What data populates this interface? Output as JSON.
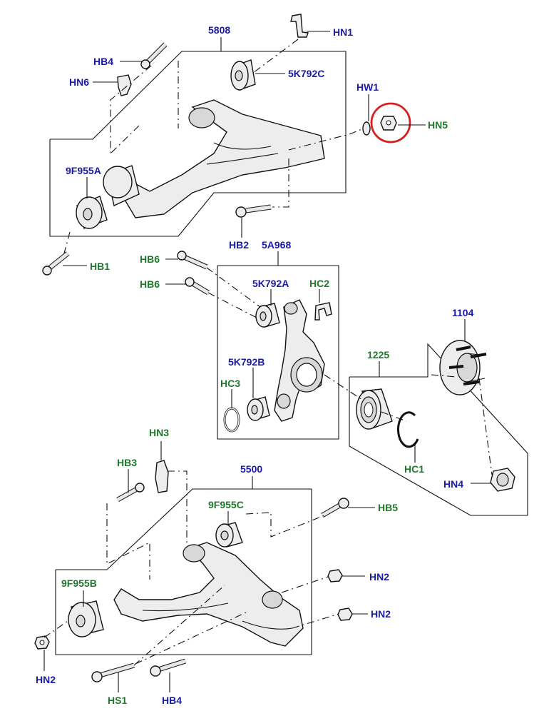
{
  "labels": {
    "p5808": "5808",
    "hn1": "HN1",
    "hb4_top": "HB4",
    "p5k792c": "5K792C",
    "hn6": "HN6",
    "hw1": "HW1",
    "hn5": "HN5",
    "p9f955a": "9F955A",
    "hb2": "HB2",
    "hb1": "HB1",
    "p5a968": "5A968",
    "hb6_a": "HB6",
    "hb6_b": "HB6",
    "p5k792a": "5K792A",
    "hc2": "HC2",
    "p1104": "1104",
    "p5k792b": "5K792B",
    "p1225": "1225",
    "hc3": "HC3",
    "hc1": "HC1",
    "hn4": "HN4",
    "hn3": "HN3",
    "p5500": "5500",
    "hb3": "HB3",
    "p9f955c": "9F955C",
    "hb5": "HB5",
    "hn2_a": "HN2",
    "p9f955b": "9F955B",
    "hn2_b": "HN2",
    "hn2_c": "HN2",
    "hs1": "HS1",
    "hb4_bottom": "HB4"
  },
  "colors": {
    "part_label": "#1a1aa8",
    "fastener_label": "#1e7a2a",
    "highlight_circle": "#d42020"
  }
}
